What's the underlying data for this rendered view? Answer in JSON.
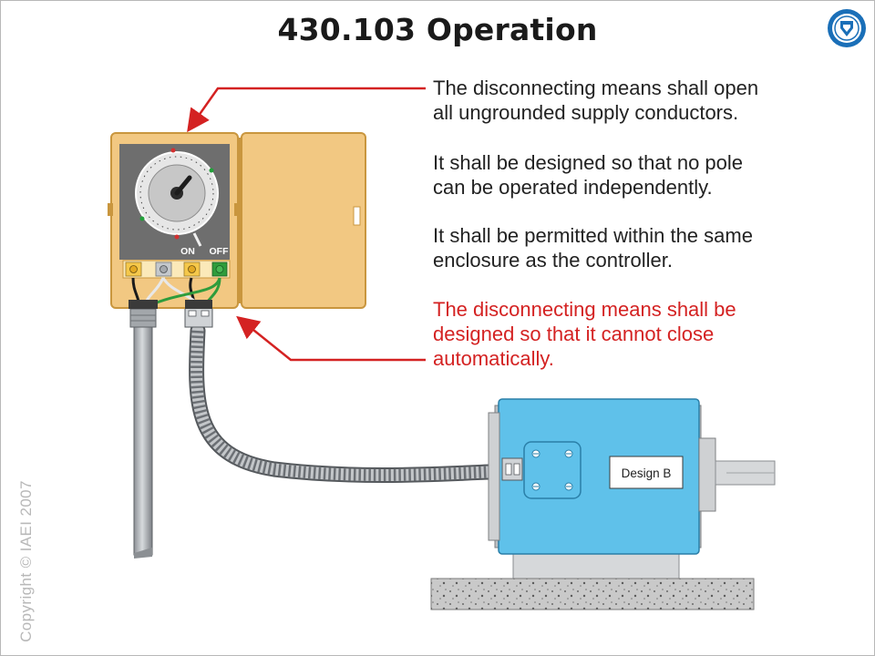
{
  "slide": {
    "title": "430.103 Operation",
    "notes": [
      {
        "text": "The disconnecting means shall open\nall ungrounded supply conductors.",
        "color": "#222222"
      },
      {
        "text": "It shall be designed so that no pole\ncan be operated independently.",
        "color": "#222222"
      },
      {
        "text": "It shall be permitted within the same\nenclosure as the controller.",
        "color": "#222222"
      },
      {
        "text": "The disconnecting means shall be\ndesigned so that it cannot close\nautomatically.",
        "color": "#d42222"
      }
    ],
    "copyright": "Copyright © IAEI 2007"
  },
  "diagram": {
    "switch_labels": {
      "on": "ON",
      "off": "OFF"
    },
    "motor_label": "Design B"
  },
  "colors": {
    "enclosure": "#f2c882",
    "enclosure_edge": "#c9963e",
    "panel": "#6e6e6e",
    "motor": "#5fc1ea",
    "motor_edge": "#2a7fa8",
    "arrow": "#d42222"
  },
  "icons": [
    "iaei-logo-icon",
    "arrow-icon"
  ]
}
